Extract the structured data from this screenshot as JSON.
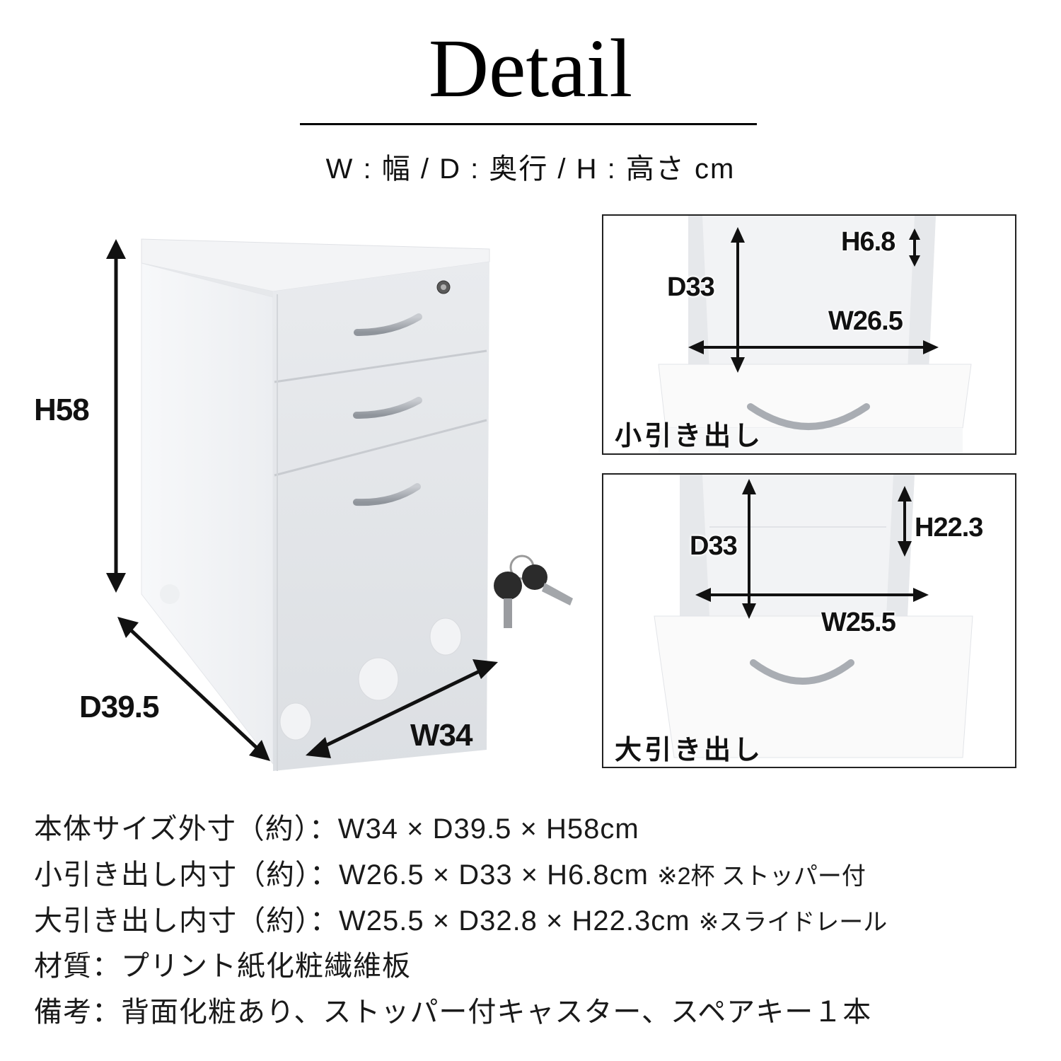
{
  "header": {
    "title": "Detail",
    "units_legend": "W : 幅 / D : 奥行 / H : 高さ cm"
  },
  "main_image": {
    "alt": "3段ワゴン（白）とスペアキー",
    "dimensions": {
      "height_label": "H58",
      "depth_label": "D39.5",
      "width_label": "W34"
    },
    "accessory": "keys"
  },
  "panels": [
    {
      "id": "small-drawer",
      "caption": "小引き出し",
      "labels": {
        "depth": "D33",
        "height": "H6.8",
        "width": "W26.5"
      }
    },
    {
      "id": "large-drawer",
      "caption": "大引き出し",
      "labels": {
        "depth": "D33",
        "height": "H22.3",
        "width": "W25.5"
      }
    }
  ],
  "specs": [
    {
      "label": "本体サイズ外寸（約）",
      "value": "：W34 × D39.5 × H58cm",
      "note": ""
    },
    {
      "label": "小引き出し内寸（約）",
      "value": "：W26.5 × D33 × H6.8cm",
      "note": "※2杯 ストッパー付"
    },
    {
      "label": "大引き出し内寸（約）",
      "value": "：W25.5 × D32.8 × H22.3cm",
      "note": "※スライドレール"
    },
    {
      "label": "材質",
      "value": "：プリント紙化粧繊維板",
      "note": ""
    },
    {
      "label": "備考",
      "value": "：背面化粧あり、ストッパー付キャスター、スペアキー１本",
      "note": ""
    }
  ],
  "colors": {
    "text": "#111111",
    "cabinet_white": "#f4f5f7",
    "cabinet_shade": "#dfe1e5",
    "handle_silver": "#a9adb3",
    "panel_border": "#222222"
  }
}
